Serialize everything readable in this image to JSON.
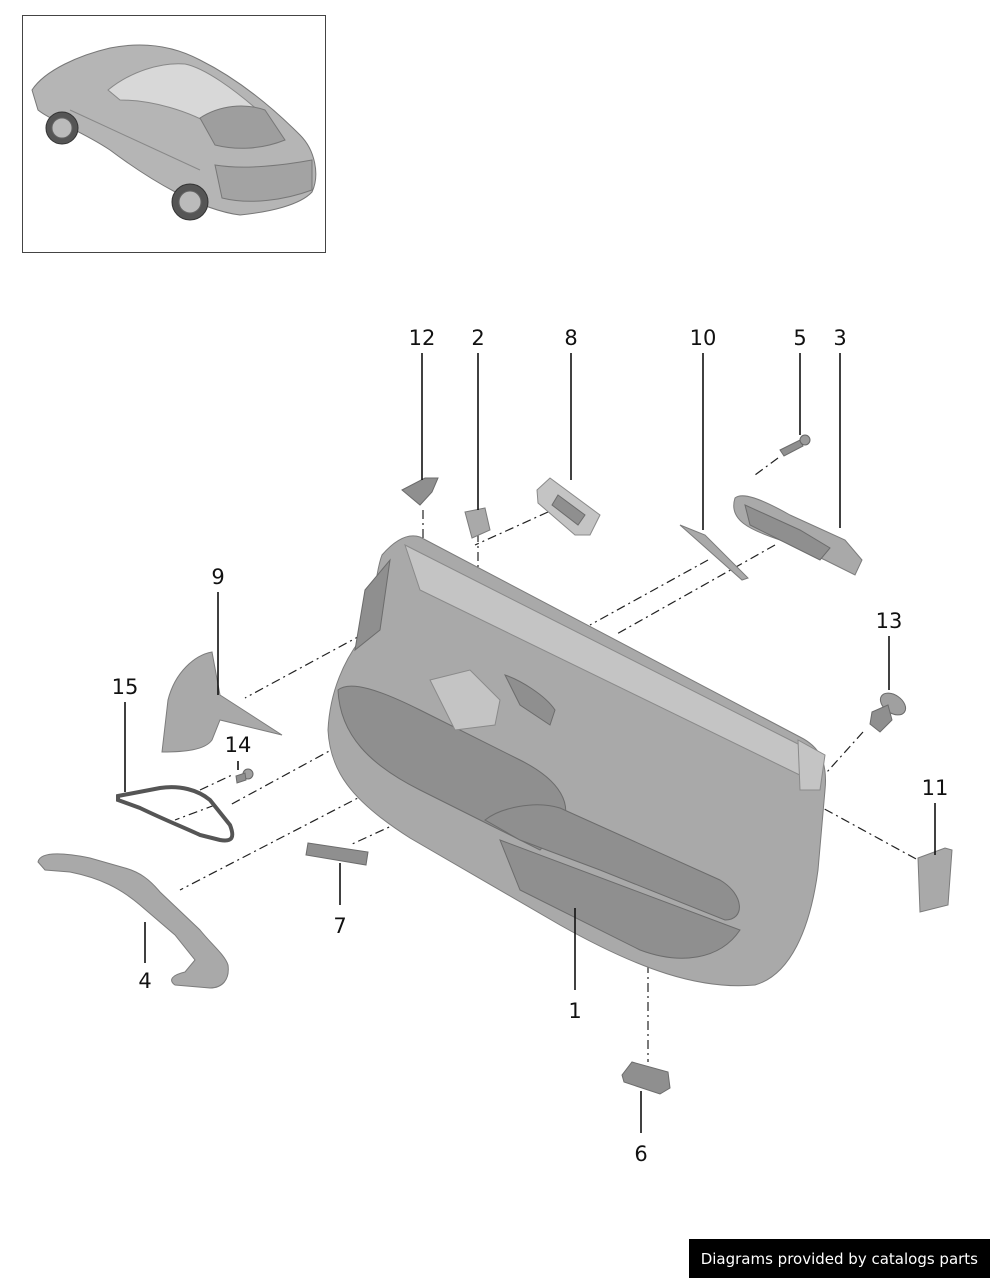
{
  "callouts": {
    "c1": "1",
    "c2": "2",
    "c3": "3",
    "c4": "4",
    "c5": "5",
    "c6": "6",
    "c7": "7",
    "c8": "8",
    "c9": "9",
    "c10": "10",
    "c11": "11",
    "c12": "12",
    "c13": "13",
    "c14": "14",
    "c15": "15"
  },
  "footer": {
    "credit": "Diagrams provided by catalogs parts"
  }
}
